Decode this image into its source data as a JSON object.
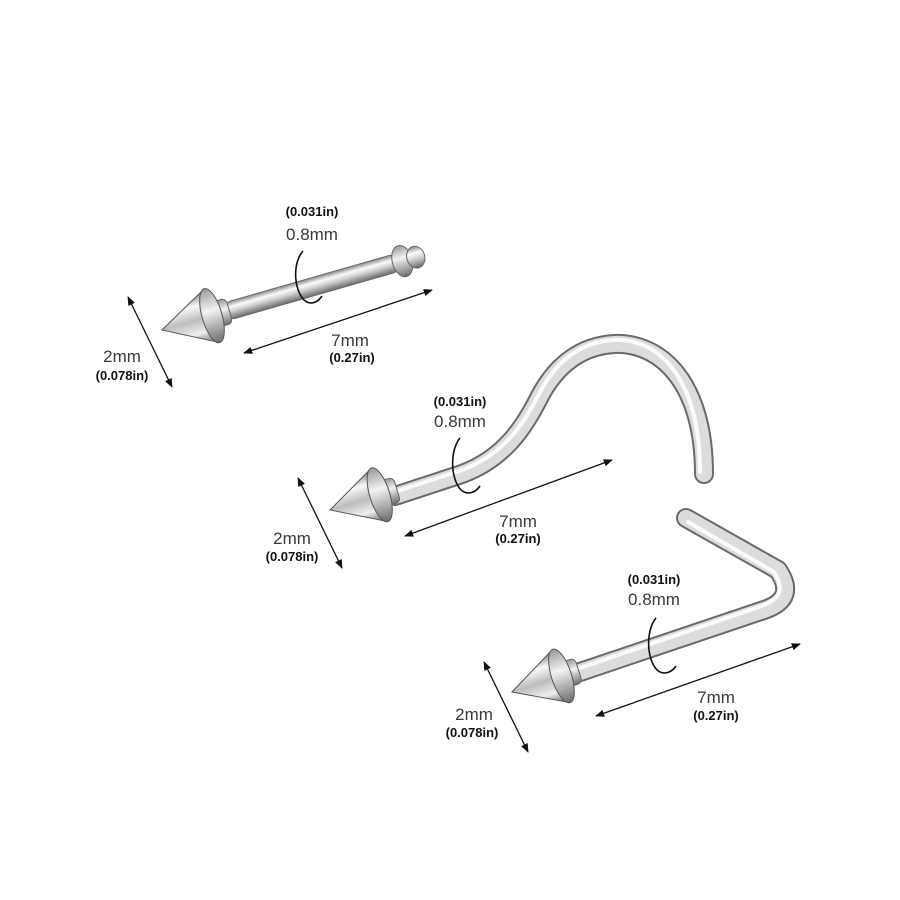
{
  "colors": {
    "background": "#ffffff",
    "dimension_line": "#111111",
    "metal_light": "#f4f4f4",
    "metal_mid": "#c2c2c2",
    "metal_dark": "#5e5e5e"
  },
  "pieces": [
    {
      "kind": "straight-stud",
      "gauge_in": "(0.031in)",
      "gauge_mm": "0.8mm",
      "length_mm": "7mm",
      "length_in": "(0.27in)",
      "diameter_mm": "2mm",
      "diameter_in": "(0.078in)"
    },
    {
      "kind": "screw-curve",
      "gauge_in": "(0.031in)",
      "gauge_mm": "0.8mm",
      "length_mm": "7mm",
      "length_in": "(0.27in)",
      "diameter_mm": "2mm",
      "diameter_in": "(0.078in)"
    },
    {
      "kind": "l-shape",
      "gauge_in": "(0.031in)",
      "gauge_mm": "0.8mm",
      "length_mm": "7mm",
      "length_in": "(0.27in)",
      "diameter_mm": "2mm",
      "diameter_in": "(0.078in)"
    }
  ]
}
